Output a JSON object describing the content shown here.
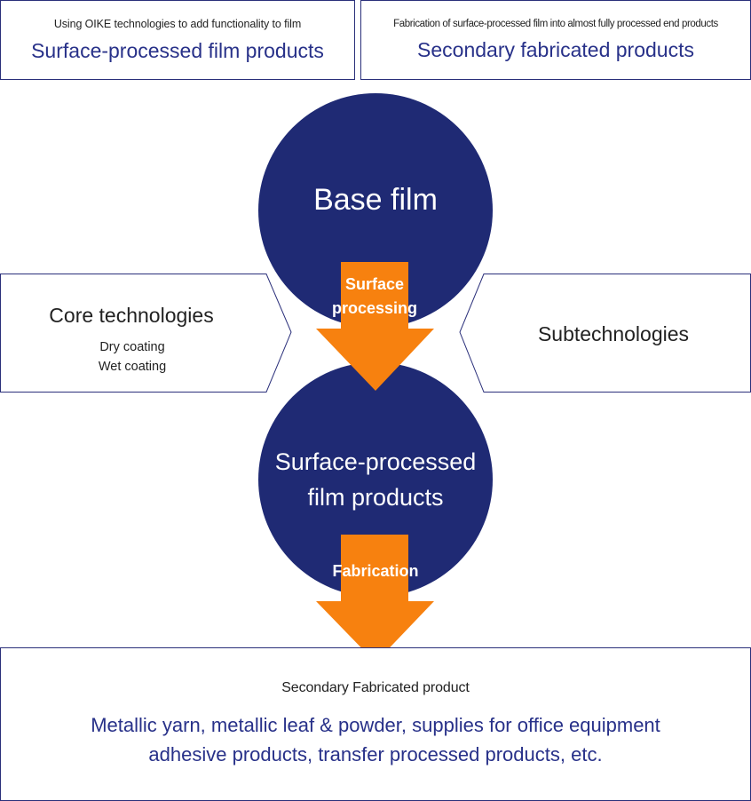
{
  "top_left": {
    "caption": "Using OIKE technologies to add functionality to film",
    "title": "Surface-processed film products"
  },
  "top_right": {
    "caption": "Fabrication of surface-processed film into almost fully processed end products",
    "title": "Secondary fabricated products"
  },
  "circle_base": {
    "label": "Base film"
  },
  "arrow_1": {
    "line1": "Surface",
    "line2": "processing"
  },
  "core": {
    "title": "Core technologies",
    "items": [
      "Dry coating",
      "Wet coating"
    ]
  },
  "sub": {
    "title": "Subtechnologies"
  },
  "circle_processed": {
    "line1": "Surface-processed",
    "line2": "film products"
  },
  "arrow_2": {
    "label": "Fabrication"
  },
  "bottom": {
    "caption": "Secondary Fabricated product",
    "line1": "Metallic yarn, metallic leaf & powder, supplies for office equipment",
    "line2": "adhesive products, transfer processed products, etc."
  },
  "colors": {
    "navy": "#1f2a74",
    "orange": "#f7810f",
    "border": "#2a2f7a",
    "accent_text": "#283189"
  }
}
